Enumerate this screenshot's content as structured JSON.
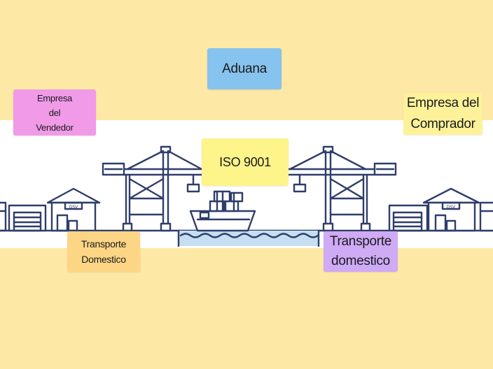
{
  "notes": {
    "aduana": "Aduana",
    "empresa_vendedor": [
      "Empresa",
      "del",
      "Vendedor"
    ],
    "empresa_comprador": [
      "Empresa del",
      "Comprador"
    ],
    "iso": "ISO 9001",
    "transporte_1": [
      "Transporte",
      "Domestico"
    ],
    "transporte_2": [
      "Transporte",
      "domestico"
    ]
  },
  "warehouse_sign": "DSV",
  "colors": {
    "background": "#fde9a5",
    "band": "#ffffff",
    "line_art": "#2f3d6b",
    "water": "#c6dff0",
    "aduana": "#86c3ee",
    "vendedor": "#f09ae8",
    "comprador": "#fdf29a",
    "iso": "#fdf48a",
    "transporte_1": "#fcd585",
    "transporte_2": "#cfaaf5"
  }
}
